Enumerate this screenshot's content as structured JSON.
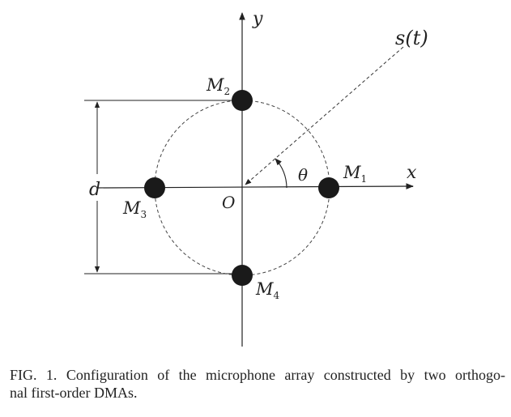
{
  "diagram": {
    "axis_x_label": "x",
    "axis_y_label": "y",
    "origin_label": "O",
    "signal_label": "s(t)",
    "angle_label": "θ",
    "diameter_label": "d",
    "microphones": [
      {
        "letter": "M",
        "index": "1"
      },
      {
        "letter": "M",
        "index": "2"
      },
      {
        "letter": "M",
        "index": "3"
      },
      {
        "letter": "M",
        "index": "4"
      }
    ]
  },
  "caption": "FIG. 1. Configuration of the microphone array constructed by two orthogo-nal first-order DMAs.",
  "caption_lines": [
    "FIG. 1. Configuration of the microphone array constructed by two orthogo-",
    "nal first-order DMAs."
  ]
}
